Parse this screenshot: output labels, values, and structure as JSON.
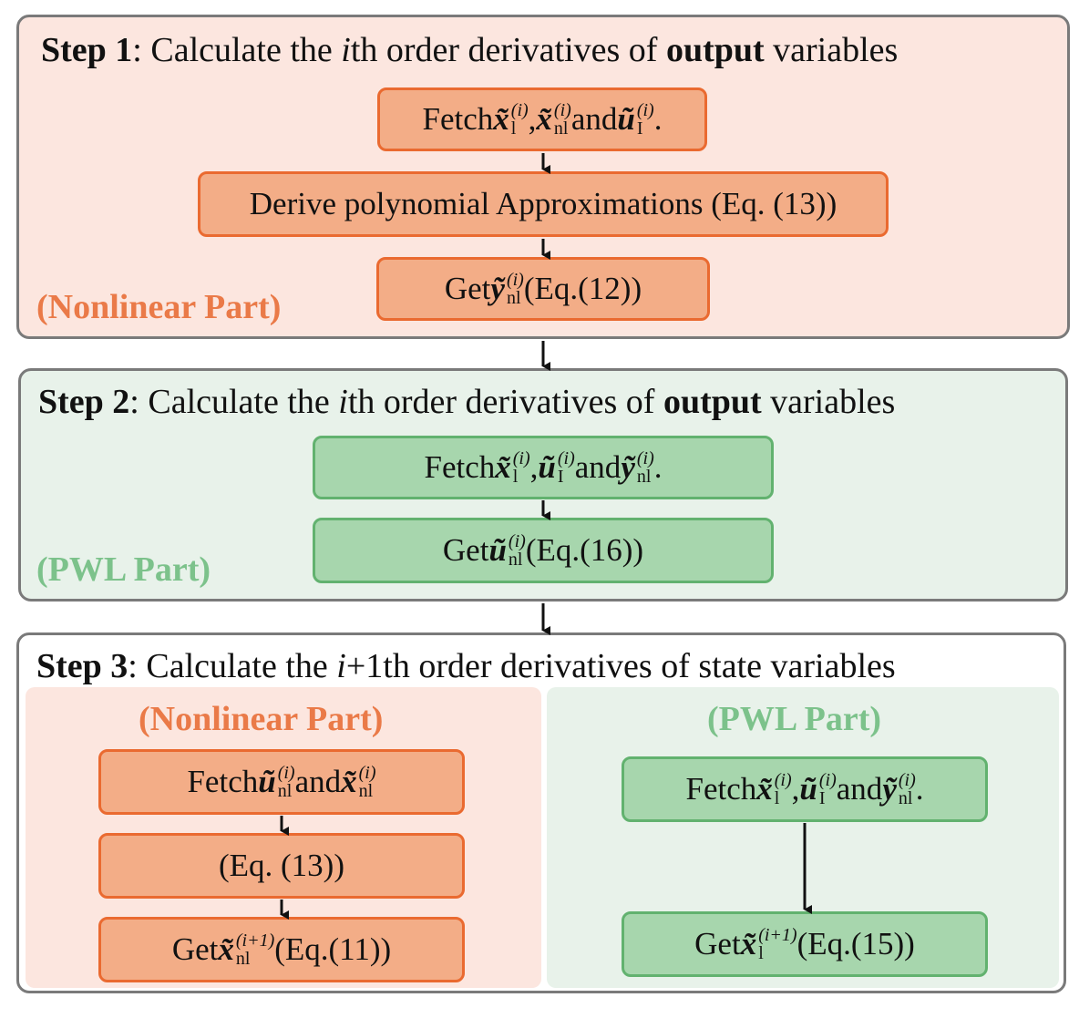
{
  "step1": {
    "title_bold": "Step 1",
    "title_pre": ": Calculate the ",
    "title_ital": "i",
    "title_mid": "th order derivatives of ",
    "title_bold2": "output",
    "title_end": " variables",
    "tag": "(Nonlinear Part)",
    "box1": {
      "pre": "Fetch ",
      "s1": "x̃",
      "s1sup": "(i)",
      "s1sub": "l",
      "comma": ", ",
      "s2": "x̃",
      "s2sup": "(i)",
      "s2sub": "nl",
      "and": " and ",
      "s3": "ũ",
      "s3sup": "(i)",
      "s3sub": "I",
      "end": "."
    },
    "box2": "Derive polynomial Approximations (Eq. (13))",
    "box3": {
      "pre": "Get ",
      "s1": "ỹ",
      "s1sup": "(i)",
      "s1sub": "nl",
      "end": " (Eq.(12))"
    }
  },
  "step2": {
    "title_bold": "Step 2",
    "title_pre": ": Calculate the ",
    "title_ital": "i",
    "title_mid": "th order derivatives of ",
    "title_bold2": "output",
    "title_end": " variables",
    "tag": "(PWL Part)",
    "box1": {
      "pre": "Fetch ",
      "s1": "x̃",
      "s1sup": "(i)",
      "s1sub": "l",
      "comma": ", ",
      "s2": "ũ",
      "s2sup": "(i)",
      "s2sub": "I",
      "and": " and ",
      "s3": "ỹ",
      "s3sup": "(i)",
      "s3sub": "nl",
      "end": "."
    },
    "box2": {
      "pre": "Get ",
      "s1": "ũ",
      "s1sup": "(i)",
      "s1sub": "nl",
      "end": " (Eq.(16))"
    }
  },
  "step3": {
    "title_bold": "Step 3",
    "title_pre": ": Calculate the ",
    "title_ital": "i",
    "title_mid": "+1th order derivatives of state variables",
    "left_tag": "(Nonlinear Part)",
    "right_tag": "(PWL Part)",
    "lbox1": {
      "pre": "Fetch ",
      "s1": "ũ",
      "s1sup": "(i)",
      "s1sub": "nl",
      "and": " and ",
      "s2": "x̃",
      "s2sup": "(i)",
      "s2sub": "nl"
    },
    "lbox2": "(Eq. (13))",
    "lbox3": {
      "pre": "Get ",
      "s1": "x̃",
      "s1sup": "(i+1)",
      "s1sub": "nl",
      "end": " (Eq.(11))"
    },
    "rbox1": {
      "pre": "Fetch ",
      "s1": "x̃",
      "s1sup": "(i)",
      "s1sub": "l",
      "comma": ", ",
      "s2": "ũ",
      "s2sup": "(i)",
      "s2sub": "I",
      "and": " and ",
      "s3": "ỹ",
      "s3sup": "(i)",
      "s3sub": "nl",
      "end": "."
    },
    "rbox2": {
      "pre": "Get ",
      "s1": "x̃",
      "s1sup": "(i+1)",
      "s1sub": "l",
      "end": " (Eq.(15))"
    }
  },
  "colors": {
    "orange_fill": "#f3ad87",
    "orange_border": "#ea6a30",
    "green_fill": "#a7d6ad",
    "green_border": "#62b26f",
    "orange_text": "#ea7a48",
    "green_text": "#7cc28b"
  }
}
